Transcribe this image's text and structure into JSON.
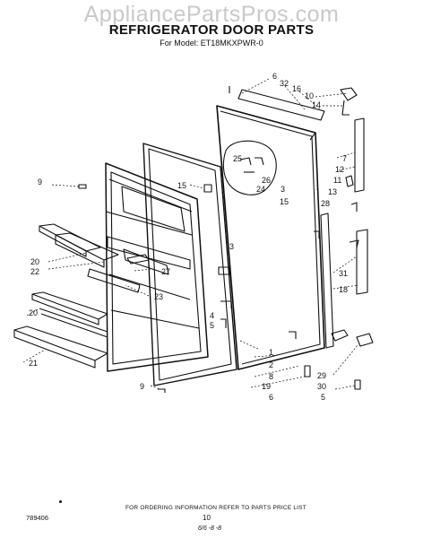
{
  "watermark": "AppliancePartsPros.com",
  "header": {
    "title": "REFRIGERATOR DOOR PARTS",
    "subtitle": "For Model: ET18MKXPWR-0"
  },
  "callouts": [
    {
      "id": "c6a",
      "text": "6"
    },
    {
      "id": "c32",
      "text": "32"
    },
    {
      "id": "c16",
      "text": "16"
    },
    {
      "id": "c10",
      "text": "10"
    },
    {
      "id": "c14",
      "text": "14"
    },
    {
      "id": "c25",
      "text": "25"
    },
    {
      "id": "c26",
      "text": "26"
    },
    {
      "id": "c24",
      "text": "24"
    },
    {
      "id": "c7",
      "text": "7"
    },
    {
      "id": "c12",
      "text": "12"
    },
    {
      "id": "c11",
      "text": "11"
    },
    {
      "id": "c13",
      "text": "13"
    },
    {
      "id": "c28",
      "text": "28"
    },
    {
      "id": "c3a",
      "text": "3"
    },
    {
      "id": "c15a",
      "text": "15"
    },
    {
      "id": "c15b",
      "text": "15"
    },
    {
      "id": "c9a",
      "text": "9"
    },
    {
      "id": "c3b",
      "text": "3"
    },
    {
      "id": "c20a",
      "text": "20"
    },
    {
      "id": "c22",
      "text": "22"
    },
    {
      "id": "c27",
      "text": "27"
    },
    {
      "id": "c23",
      "text": "23"
    },
    {
      "id": "c31",
      "text": "31"
    },
    {
      "id": "c18",
      "text": "18"
    },
    {
      "id": "c4",
      "text": "4"
    },
    {
      "id": "c5a",
      "text": "5"
    },
    {
      "id": "c20b",
      "text": "20"
    },
    {
      "id": "c21",
      "text": "21"
    },
    {
      "id": "c1",
      "text": "1"
    },
    {
      "id": "c2",
      "text": "2"
    },
    {
      "id": "c8",
      "text": "8"
    },
    {
      "id": "c19",
      "text": "19"
    },
    {
      "id": "c6b",
      "text": "6"
    },
    {
      "id": "c9b",
      "text": "9"
    },
    {
      "id": "c29",
      "text": "29"
    },
    {
      "id": "c30",
      "text": "30"
    },
    {
      "id": "c5b",
      "text": "5"
    }
  ],
  "footer": {
    "ordering_note": "FOR ORDERING INFORMATION REFER TO PARTS PRICE LIST",
    "doc_number": "789406",
    "page": "10",
    "handwritten": "6/6 -8 -8"
  }
}
